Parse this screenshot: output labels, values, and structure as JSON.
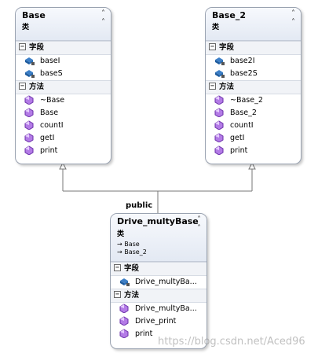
{
  "classes": {
    "base": {
      "name": "Base",
      "stereotype": "类",
      "fields_title": "字段",
      "fields": [
        "baseI",
        "baseS"
      ],
      "methods_title": "方法",
      "methods": [
        "~Base",
        "Base",
        "countI",
        "getI",
        "print"
      ]
    },
    "base2": {
      "name": "Base_2",
      "stereotype": "类",
      "fields_title": "字段",
      "fields": [
        "base2I",
        "base2S"
      ],
      "methods_title": "方法",
      "methods": [
        "~Base_2",
        "Base_2",
        "countI",
        "getI",
        "print"
      ]
    },
    "drive": {
      "name": "Drive_multyBase",
      "stereotype": "类",
      "bases": [
        "→ Base",
        "→ Base_2"
      ],
      "fields_title": "字段",
      "fields": [
        "Drive_multyBa..."
      ],
      "methods_title": "方法",
      "methods": [
        "Drive_multyBa...",
        "Drive_print",
        "print"
      ]
    }
  },
  "connector": {
    "label": "public"
  },
  "watermark": "https://blog.csdn.net/Aced96",
  "icons": {
    "field": "field-icon",
    "method": "method-icon",
    "collapse": "collapse-chevron-icon",
    "section_toggle": "section-toggle-icon"
  },
  "colors": {
    "field_icon": "#3c7fc7",
    "method_icon": "#8a3fc5",
    "header_top": "#f7f9fd",
    "header_bottom": "#e3e9f3",
    "border": "#9aa3b1"
  }
}
